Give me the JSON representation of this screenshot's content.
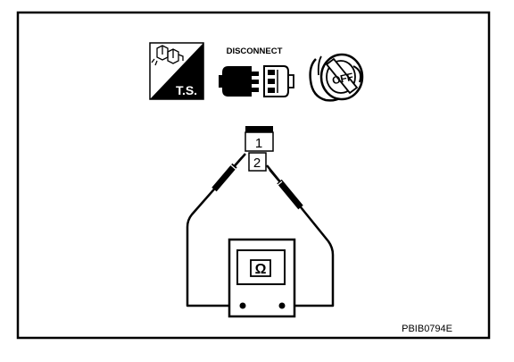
{
  "icons": {
    "ts_label": "T.S.",
    "disconnect_label": "DISCONNECT",
    "ignition_label": "OFF"
  },
  "connector": {
    "terminal_1": "1",
    "terminal_2": "2"
  },
  "meter": {
    "symbol": "Ω"
  },
  "figure_id": "PBIB0794E"
}
